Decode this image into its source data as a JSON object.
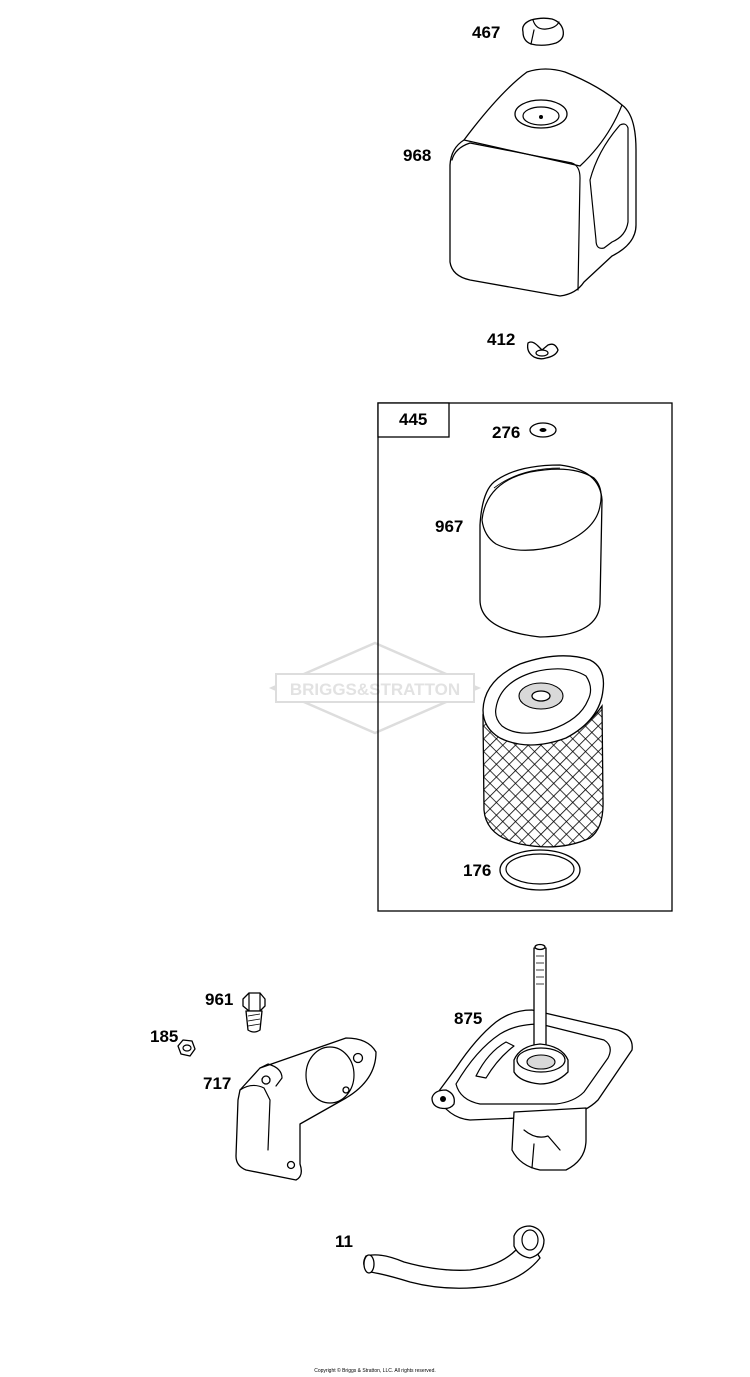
{
  "watermark": {
    "brand": "BRIGGS&STRATTON"
  },
  "kit": {
    "label": "445"
  },
  "parts": [
    {
      "id": "p467",
      "label": "467"
    },
    {
      "id": "p968",
      "label": "968"
    },
    {
      "id": "p412",
      "label": "412"
    },
    {
      "id": "p276",
      "label": "276"
    },
    {
      "id": "p967",
      "label": "967"
    },
    {
      "id": "p176",
      "label": "176"
    },
    {
      "id": "p961",
      "label": "961"
    },
    {
      "id": "p185",
      "label": "185"
    },
    {
      "id": "p717",
      "label": "717"
    },
    {
      "id": "p875",
      "label": "875"
    },
    {
      "id": "p11",
      "label": "11"
    }
  ],
  "footer": {
    "copyright": "Copyright © Briggs & Stratton, LLC. All rights reserved."
  }
}
